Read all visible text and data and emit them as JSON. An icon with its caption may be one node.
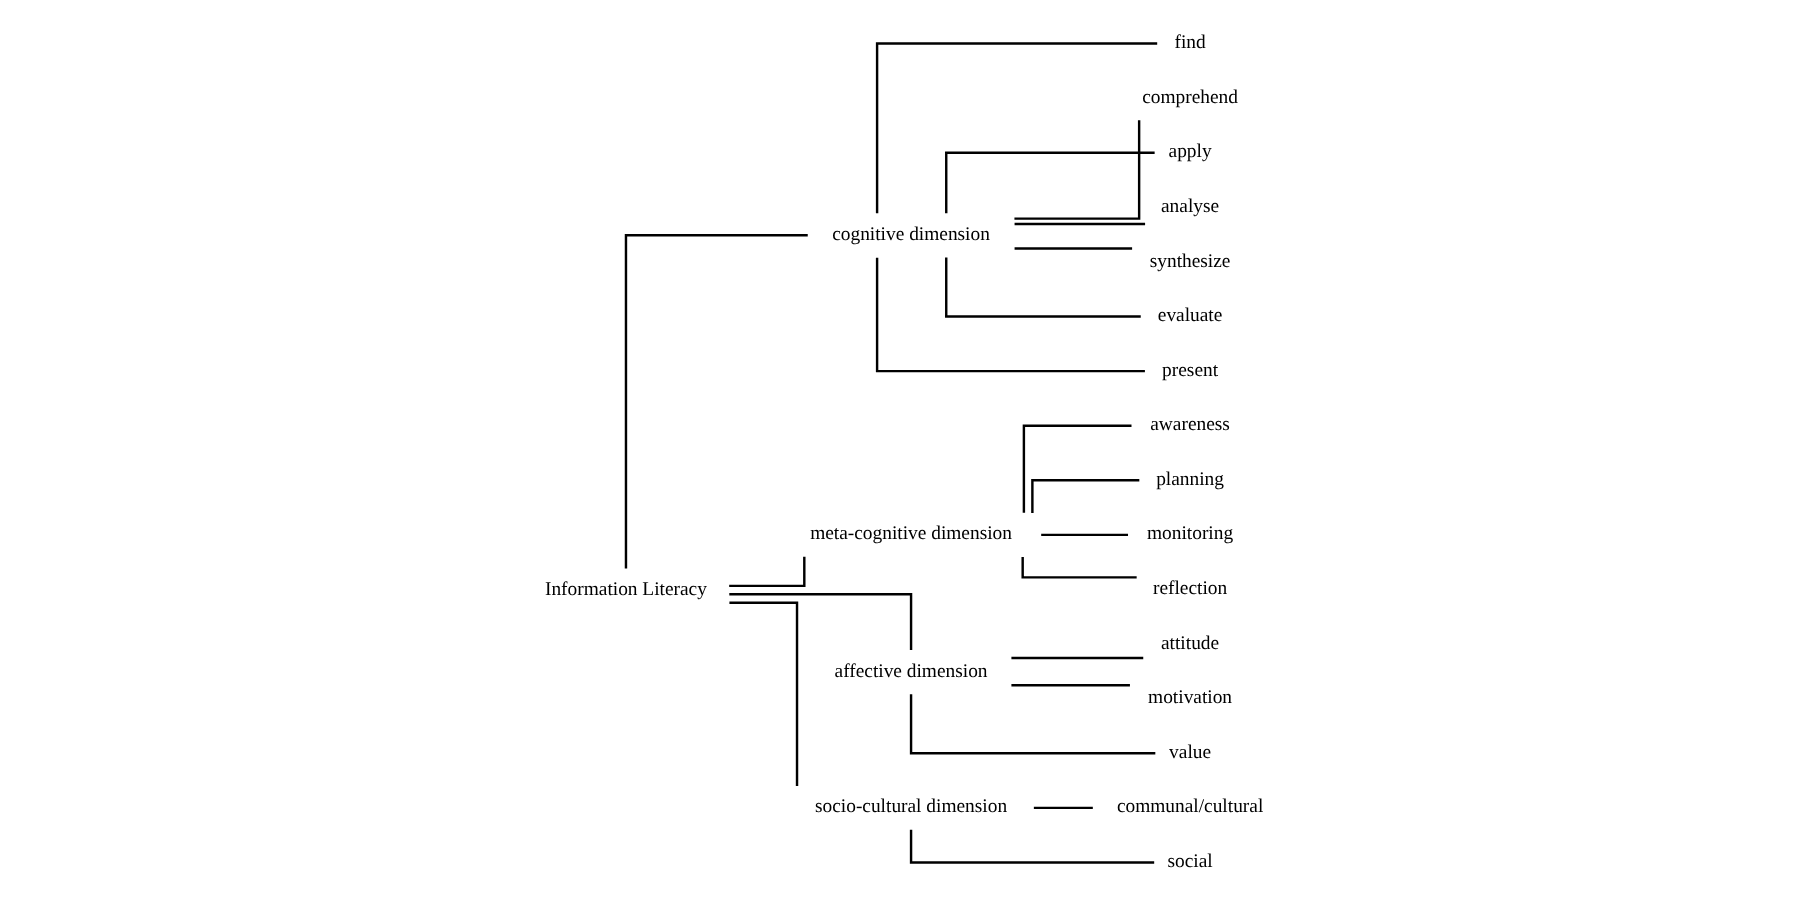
{
  "diagram": {
    "nodes": [
      {
        "text": [
          "Information Literacy"
        ]
      },
      {
        "text": [
          "cognitive dimension"
        ]
      },
      {
        "text": [
          "meta-cognitive dimension"
        ]
      },
      {
        "text": [
          "affective dimension"
        ]
      },
      {
        "text": [
          "socio-cultural dimension"
        ]
      },
      {
        "text": [
          "find"
        ]
      },
      {
        "text": [
          "comprehend"
        ]
      },
      {
        "text": [
          "apply"
        ]
      },
      {
        "text": [
          "analyse"
        ]
      },
      {
        "text": [
          "synthesize"
        ]
      },
      {
        "text": [
          "evaluate"
        ]
      },
      {
        "text": [
          "present"
        ]
      },
      {
        "text": [
          "awareness"
        ]
      },
      {
        "text": [
          "planning"
        ]
      },
      {
        "text": [
          "monitoring"
        ]
      },
      {
        "text": [
          "reflection"
        ]
      },
      {
        "text": [
          "attitude"
        ]
      },
      {
        "text": [
          "motivation"
        ]
      },
      {
        "text": [
          "value"
        ]
      },
      {
        "text": [
          "communal/cultural"
        ]
      },
      {
        "text": [
          "social"
        ]
      }
    ],
    "edges": [
      {
        "from": 0,
        "to": 1,
        "arrow": "none"
      },
      {
        "from": 0,
        "to": 2,
        "arrow": "none"
      },
      {
        "from": 0,
        "to": 3,
        "arrow": "none"
      },
      {
        "from": 0,
        "to": 4,
        "arrow": "none"
      },
      {
        "from": 1,
        "to": 5,
        "arrow": "none"
      },
      {
        "from": 1,
        "to": 6,
        "arrow": "none"
      },
      {
        "from": 1,
        "to": 7,
        "arrow": "none"
      },
      {
        "from": 1,
        "to": 8,
        "arrow": "none"
      },
      {
        "from": 1,
        "to": 9,
        "arrow": "none"
      },
      {
        "from": 1,
        "to": 10,
        "arrow": "none"
      },
      {
        "from": 1,
        "to": 11,
        "arrow": "none"
      },
      {
        "from": 2,
        "to": 12,
        "arrow": "none"
      },
      {
        "from": 2,
        "to": 13,
        "arrow": "none"
      },
      {
        "from": 2,
        "to": 14,
        "arrow": "none"
      },
      {
        "from": 2,
        "to": 15,
        "arrow": "none"
      },
      {
        "from": 3,
        "to": 16,
        "arrow": "none"
      },
      {
        "from": 3,
        "to": 17,
        "arrow": "none"
      },
      {
        "from": 3,
        "to": 18,
        "arrow": "none"
      },
      {
        "from": 4,
        "to": 19,
        "arrow": "none"
      },
      {
        "from": 4,
        "to": 20,
        "arrow": "none"
      }
    ]
  }
}
